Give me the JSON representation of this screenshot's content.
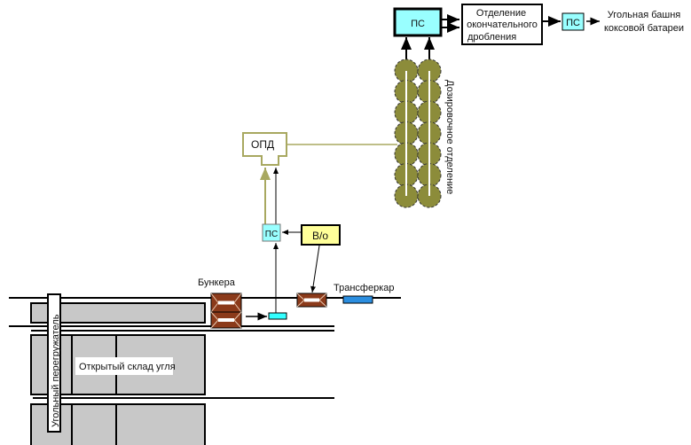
{
  "diagram": {
    "final_crushing_ps": "ПС",
    "final_crushing": [
      "Отделение",
      "окончательного",
      "дробления"
    ],
    "tower_ps": "ПС",
    "coal_tower": [
      "Угольная башня",
      "коксовой батареи"
    ],
    "dosing_department": "Дозировочное отделение",
    "opd": "ОПД",
    "mid_ps": "ПС",
    "vo": "В/о",
    "bunkers": "Бункера",
    "transfer_car": "Трансферкар",
    "coal_reloader": "Угольный перегружатель",
    "open_coal_yard": "Открытый склад угля"
  },
  "colors": {
    "ps_fill": "#99ffff",
    "vo_fill": "#ffff99",
    "dosing_olive": "#8c8c3a",
    "opd_border": "#a8a860",
    "bunker_brown": "#8b3a1a",
    "transfer_car_blue": "#2b8ee0",
    "yard_gray": "#c8c8c8"
  }
}
